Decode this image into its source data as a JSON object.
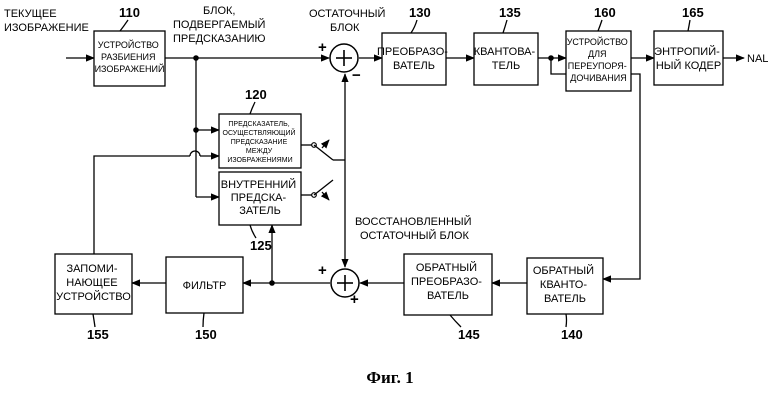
{
  "labels": {
    "current_image": [
      "ТЕКУЩЕЕ",
      "ИЗОБРАЖЕНИЕ"
    ],
    "predicted_block": [
      "БЛОК,",
      "ПОДВЕРГАЕМЫЙ",
      "ПРЕДСКАЗАНИЮ"
    ],
    "residual_block": [
      "ОСТАТОЧНЫЙ",
      "БЛОК"
    ],
    "reconstructed_residual": [
      "ВОССТАНОВЛЕННЫЙ",
      "ОСТАТОЧНЫЙ БЛОК"
    ],
    "nal": "NAL"
  },
  "blocks": {
    "b110": {
      "ref": "110",
      "lines": [
        "УСТРОЙСТВО",
        "РАЗБИЕНИЯ",
        "ИЗОБРАЖЕНИЙ"
      ]
    },
    "b120": {
      "ref": "120",
      "lines": [
        "ПРЕДСКАЗАТЕЛЬ,",
        "ОСУЩЕСТВЛЯЮЩИЙ",
        "ПРЕДСКАЗАНИЕ",
        "МЕЖДУ",
        "ИЗОБРАЖЕНИЯМИ"
      ]
    },
    "b125": {
      "ref": "125",
      "lines": [
        "ВНУТРЕННИЙ",
        "ПРЕДСКА-",
        "ЗАТЕЛЬ"
      ]
    },
    "b130": {
      "ref": "130",
      "lines": [
        "ПРЕОБРАЗО-",
        "ВАТЕЛЬ"
      ]
    },
    "b135": {
      "ref": "135",
      "lines": [
        "КВАНТОВА-",
        "ТЕЛЬ"
      ]
    },
    "b160": {
      "ref": "160",
      "lines": [
        "УСТРОЙСТВО",
        "ДЛЯ",
        "ПЕРЕУПОРЯ-",
        "ДОЧИВАНИЯ"
      ]
    },
    "b165": {
      "ref": "165",
      "lines": [
        "ЭНТРОПИЙ-",
        "НЫЙ КОДЕР"
      ]
    },
    "b140": {
      "ref": "140",
      "lines": [
        "ОБРАТНЫЙ",
        "КВАНТО-",
        "ВАТЕЛЬ"
      ]
    },
    "b145": {
      "ref": "145",
      "lines": [
        "ОБРАТНЫЙ",
        "ПРЕОБРАЗО-",
        "ВАТЕЛЬ"
      ]
    },
    "b150": {
      "ref": "150",
      "lines": [
        "ФИЛЬТР"
      ]
    },
    "b155": {
      "ref": "155",
      "lines": [
        "ЗАПОМИ-",
        "НАЮЩЕЕ",
        "УСТРОЙСТВО"
      ]
    }
  },
  "signs": {
    "sub_plus": "+",
    "sub_minus": "−",
    "add_plus_top": "+",
    "add_plus_bottom": "+"
  },
  "caption": "Фиг. 1"
}
